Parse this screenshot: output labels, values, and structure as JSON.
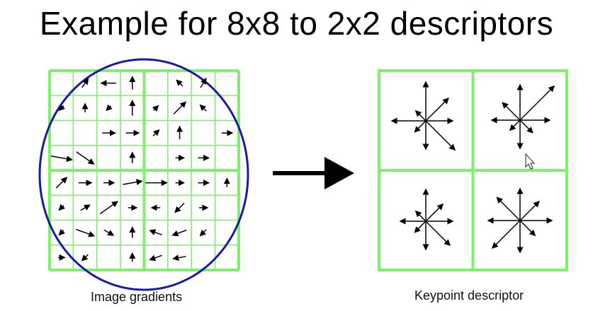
{
  "title": "Example for 8x8 to 2x2 descriptors",
  "captions": {
    "left": "Image gradients",
    "right": "Keypoint descriptor"
  },
  "colors": {
    "grid": "#7ff06e",
    "circle": "#1a1aa8",
    "arrow": "#000000",
    "background": "#ffffff"
  },
  "icons": {
    "pointer": "mouse-cursor-icon"
  }
}
